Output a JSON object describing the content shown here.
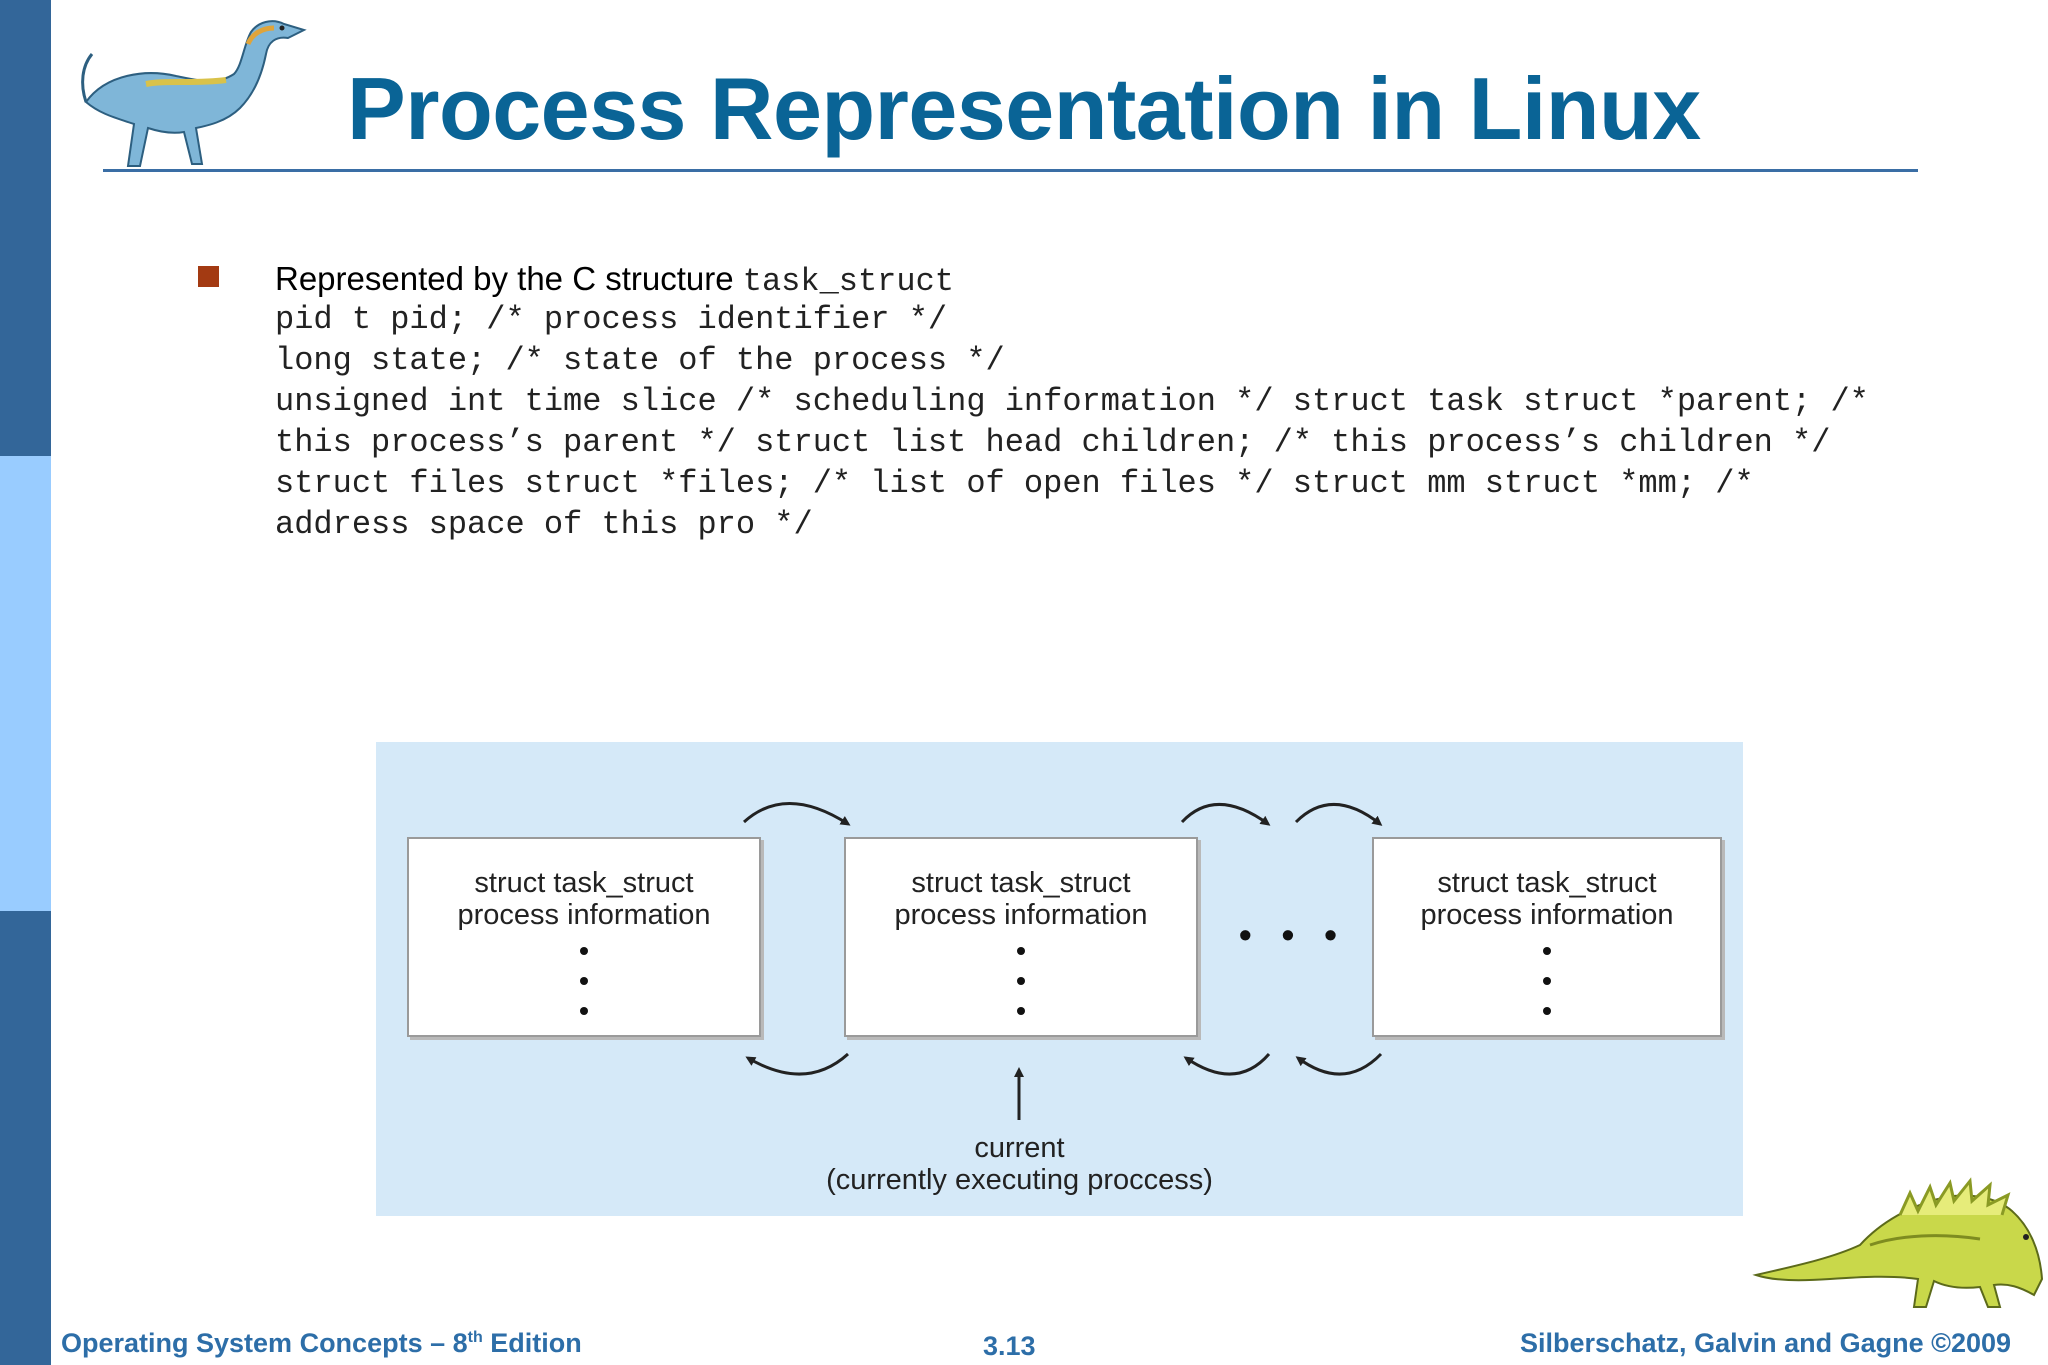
{
  "slide": {
    "title": "Process Representation in Linux",
    "bullet_text": "Represented by the C structure ",
    "bullet_code": "task_struct",
    "code_lines": [
      "pid t pid; /* process identifier */",
      "long state; /* state of the process */",
      "unsigned int time slice /* scheduling information */ struct task struct *parent; /*",
      "this process’s parent */ struct list head children; /* this process’s children */",
      "struct files struct *files; /* list of open files */ struct mm struct *mm; /*",
      "address space of this pro */"
    ]
  },
  "diagram": {
    "boxes": [
      {
        "line1": "struct task_struct",
        "line2": "process information"
      },
      {
        "line1": "struct task_struct",
        "line2": "process information"
      },
      {
        "line1": "struct task_struct",
        "line2": "process information"
      }
    ],
    "ellipsis": "• • •",
    "current_label": "current",
    "current_desc": "(currently executing proccess)"
  },
  "footer": {
    "left_text": "Operating System Concepts – 8",
    "left_sup": "th",
    "left_suffix": " Edition",
    "page": "3.13",
    "right": "Silberschatz, Galvin and Gagne ©2009"
  },
  "colors": {
    "title": "#0a6496",
    "sidebar_dark": "#336699",
    "sidebar_light": "#99ccff",
    "bullet": "#a33a12",
    "diagram_bg": "#d5e9f8",
    "footer": "#2d6ea8"
  },
  "icons": [
    "dinosaur-top-left",
    "dinosaur-bottom-right"
  ]
}
